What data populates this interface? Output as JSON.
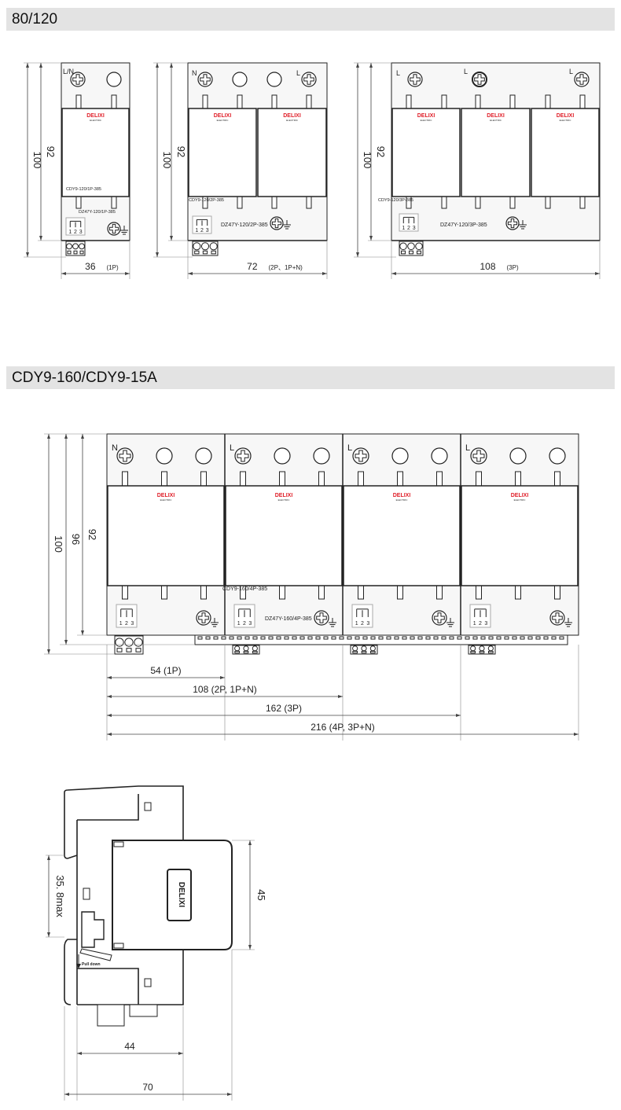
{
  "sections": [
    {
      "title": "80/120"
    },
    {
      "title": "CDY9-160/CDY9-15A"
    }
  ],
  "brand": {
    "name": "DELIXI",
    "sub": "ELECTRIC",
    "color": "#e0202a"
  },
  "switch_labels": [
    "1",
    "2",
    "3"
  ],
  "top_drawings": [
    {
      "terminal_labels": [
        "L/N"
      ],
      "model": "CDY9-120/1P-385",
      "base_model": "DZ47Y-120/1P-385",
      "height_total": "100",
      "height_body": "92",
      "width": "36",
      "width_note": "(1P)"
    },
    {
      "terminal_labels": [
        "N",
        "L"
      ],
      "model": "CDY9-120/2P-385",
      "base_model": "DZ47Y-120/2P-385",
      "height_total": "100",
      "height_body": "92",
      "width": "72",
      "width_note": "(2P、1P+N)"
    },
    {
      "terminal_labels": [
        "L",
        "L",
        "L"
      ],
      "model": "CDY9-120/3P-385",
      "base_model": "DZ47Y-120/3P-385",
      "height_total": "100",
      "height_body": "92",
      "width": "108",
      "width_note": "(3P)"
    }
  ],
  "bottom_drawing": {
    "terminal_labels": [
      "N",
      "L",
      "L",
      "L"
    ],
    "model": "CDY9-160/4P-385",
    "base_model": "DZ47Y-160/4P-385",
    "heights": [
      "100",
      "96",
      "92"
    ],
    "widths": [
      "54 (1P)",
      "108 (2P, 1P+N)",
      "162 (3P)",
      "216 (4P, 3P+N)"
    ]
  },
  "side_view": {
    "rail_dim": "35. 8max",
    "depth_dim": "45",
    "width_inner": "44",
    "width_total": "70",
    "pull_label": "Pull down"
  }
}
